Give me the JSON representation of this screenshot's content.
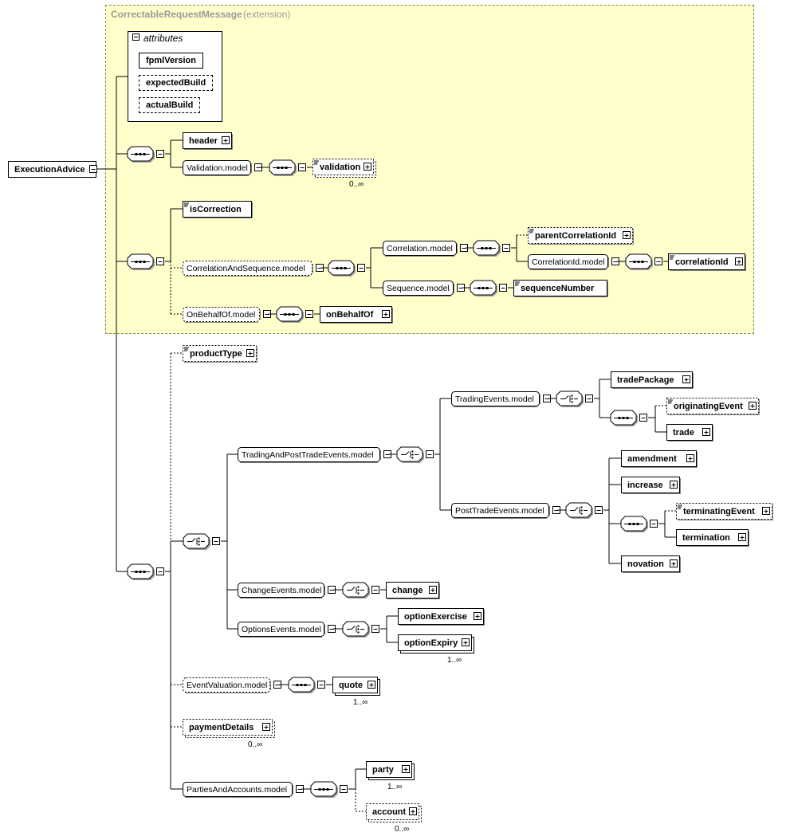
{
  "extension": {
    "base_name": "CorrectableRequestMessage",
    "note": "(extension)"
  },
  "attributes": {
    "header": "attributes",
    "items": [
      "fpmlVersion",
      "expectedBuild",
      "actualBuild"
    ]
  },
  "root": "ExecutionAdvice",
  "elements": {
    "header": "header",
    "validation_model": "Validation.model",
    "validation": "validation",
    "validation_card": "0..∞",
    "isCorrection": "isCorrection",
    "correlation_and_sequence_model": "CorrelationAndSequence.model",
    "correlation_model": "Correlation.model",
    "parent_correlation_id": "parentCorrelationId",
    "correlation_id_model": "CorrelationId.model",
    "correlation_id": "correlationId",
    "sequence_model": "Sequence.model",
    "sequence_number": "sequenceNumber",
    "on_behalf_of_model": "OnBehalfOf.model",
    "on_behalf_of": "onBehalfOf",
    "product_type": "productType",
    "trading_and_post_trade_events_model": "TradingAndPostTradeEvents.model",
    "trading_events_model": "TradingEvents.model",
    "trade_package": "tradePackage",
    "originating_event": "originatingEvent",
    "trade": "trade",
    "post_trade_events_model": "PostTradeEvents.model",
    "amendment": "amendment",
    "increase": "increase",
    "terminating_event": "terminatingEvent",
    "termination": "termination",
    "novation": "novation",
    "change_events_model": "ChangeEvents.model",
    "change": "change",
    "options_events_model": "OptionsEvents.model",
    "option_exercise": "optionExercise",
    "option_expiry": "optionExpiry",
    "option_expiry_card": "1..∞",
    "event_valuation_model": "EventValuation.model",
    "quote": "quote",
    "quote_card": "1..∞",
    "payment_details": "paymentDetails",
    "payment_details_card": "0..∞",
    "parties_and_accounts_model": "PartiesAndAccounts.model",
    "party": "party",
    "party_card": "1..∞",
    "account": "account",
    "account_card": "0..∞"
  }
}
